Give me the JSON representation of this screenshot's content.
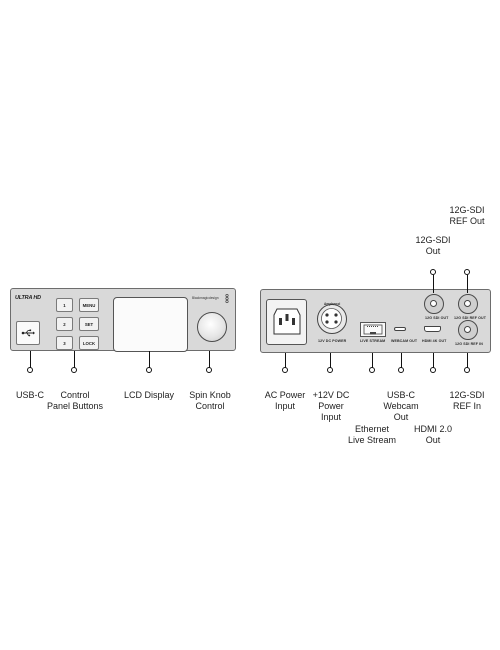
{
  "front_panel": {
    "brand_logo": "ULTRA HD",
    "maker_logo": "Blackmagicdesign",
    "buttons": [
      "1",
      "2",
      "3",
      "MENU",
      "SET",
      "LOCK"
    ]
  },
  "rear_panel": {
    "port_labels": {
      "dc_power": "12V DC POWER",
      "live_stream": "LIVE STREAM",
      "webcam_out": "WEBCAM OUT",
      "hdmi_out": "HDMI 4K OUT",
      "sdi_out": "12G SDI OUT",
      "sdi_ref_out": "12G SDI REF OUT",
      "sdi_ref_in": "12G SDI REF IN"
    },
    "xlr_label": "Amphenol"
  },
  "callouts": {
    "usb_c": [
      "USB-C"
    ],
    "control_panel_buttons": [
      "Control",
      "Panel Buttons"
    ],
    "lcd_display": [
      "LCD Display"
    ],
    "spin_knob": [
      "Spin Knob",
      "Control"
    ],
    "ac_power": [
      "AC Power",
      "Input"
    ],
    "dc_power": [
      "+12V DC",
      "Power",
      "Input"
    ],
    "ethernet": [
      "Ethernet",
      "Live Stream"
    ],
    "usb_webcam": [
      "USB-C",
      "Webcam",
      "Out"
    ],
    "hdmi_out": [
      "HDMI 2.0",
      "Out"
    ],
    "sdi_ref_in": [
      "12G-SDI",
      "REF In"
    ],
    "sdi_out": [
      "12G-SDI",
      "Out"
    ],
    "sdi_ref_out": [
      "12G-SDI",
      "REF Out"
    ]
  }
}
